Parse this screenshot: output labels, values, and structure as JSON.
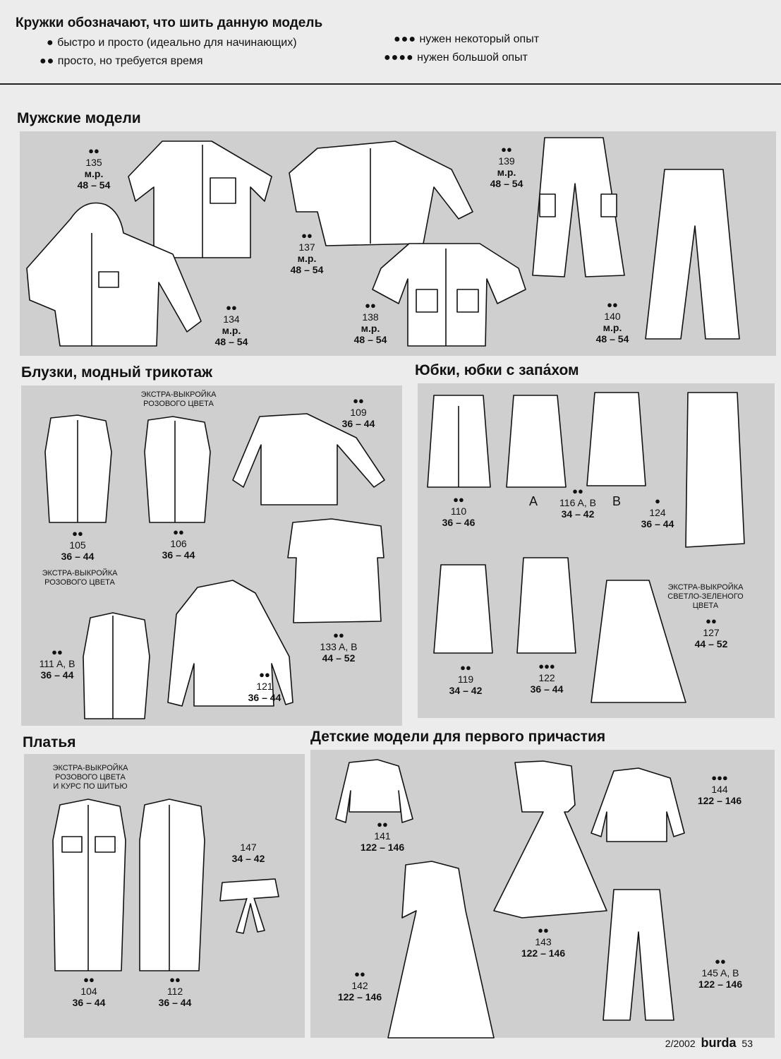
{
  "legend": {
    "title": "Кружки обозначают, что шить данную модель",
    "items": [
      {
        "dots": "●",
        "text": "быстро и просто (идеально для начинающих)"
      },
      {
        "dots": "●●",
        "text": "просто, но требуется время"
      },
      {
        "dots": "●●●",
        "text": "нужен некоторый опыт"
      },
      {
        "dots": "●●●●",
        "text": "нужен большой опыт"
      }
    ]
  },
  "sections": {
    "men": "Мужские модели",
    "blouses": "Блузки, модный трикотаж",
    "skirts": "Юбки, юбки с запа́хом",
    "dresses": "Платья",
    "children": "Детские модели для первого причастия"
  },
  "models": {
    "m135": {
      "dots": "●●",
      "num": "135",
      "note": "м.р.",
      "size": "48 – 54"
    },
    "m134": {
      "dots": "●●",
      "num": "134",
      "note": "м.р.",
      "size": "48 – 54"
    },
    "m137": {
      "dots": "●●",
      "num": "137",
      "note": "м.р.",
      "size": "48 – 54"
    },
    "m138": {
      "dots": "●●",
      "num": "138",
      "note": "м.р.",
      "size": "48 – 54"
    },
    "m139": {
      "dots": "●●",
      "num": "139",
      "note": "м.р.",
      "size": "48 – 54"
    },
    "m140": {
      "dots": "●●",
      "num": "140",
      "note": "м.р.",
      "size": "48 – 54"
    },
    "m105": {
      "dots": "●●",
      "num": "105",
      "size": "36 – 44"
    },
    "m106": {
      "dots": "●●",
      "num": "106",
      "size": "36 – 44"
    },
    "m109": {
      "dots": "●●",
      "num": "109",
      "size": "36 – 44"
    },
    "m111": {
      "dots": "●●",
      "num": "111 A, B",
      "size": "36 – 44"
    },
    "m121": {
      "dots": "●●",
      "num": "121",
      "size": "36 – 44"
    },
    "m133": {
      "dots": "●●",
      "num": "133 A, B",
      "size": "44 – 52"
    },
    "m110": {
      "dots": "●●",
      "num": "110",
      "size": "36 – 46"
    },
    "m116": {
      "dots": "●●",
      "num": "116 A, B",
      "size": "34 – 42"
    },
    "m124": {
      "dots": "●",
      "num": "124",
      "size": "36 – 44"
    },
    "m119": {
      "dots": "●●",
      "num": "119",
      "size": "34 – 42"
    },
    "m122": {
      "dots": "●●●",
      "num": "122",
      "size": "36 – 44"
    },
    "m127": {
      "dots": "●●",
      "num": "127",
      "size": "44 – 52"
    },
    "m104": {
      "dots": "●●",
      "num": "104",
      "size": "36 – 44"
    },
    "m112": {
      "dots": "●●",
      "num": "112",
      "size": "36 – 44"
    },
    "m147": {
      "dots": "",
      "num": "147",
      "size": "34 – 42"
    },
    "m141": {
      "dots": "●●",
      "num": "141",
      "size": "122 – 146"
    },
    "m142": {
      "dots": "●●",
      "num": "142",
      "size": "122 – 146"
    },
    "m143": {
      "dots": "●●",
      "num": "143",
      "size": "122 – 146"
    },
    "m144": {
      "dots": "●●●",
      "num": "144",
      "size": "122 – 146"
    },
    "m145": {
      "dots": "●●",
      "num": "145 A, B",
      "size": "122 – 146"
    }
  },
  "notes": {
    "pink": "ЭКСТРА-ВЫКРОЙКА\nРОЗОВОГО ЦВЕТА",
    "pink_course": "ЭКСТРА-ВЫКРОЙКА\nРОЗОВОГО ЦВЕТА\nИ КУРС ПО ШИТЬЮ",
    "green": "ЭКСТРА-ВЫКРОЙКА\nСВЕТЛО-ЗЕЛЕНОГО\nЦВЕТА"
  },
  "letters": {
    "a": "A",
    "b": "B"
  },
  "footer": {
    "issue": "2/2002",
    "brand": "burda",
    "page": "53"
  }
}
